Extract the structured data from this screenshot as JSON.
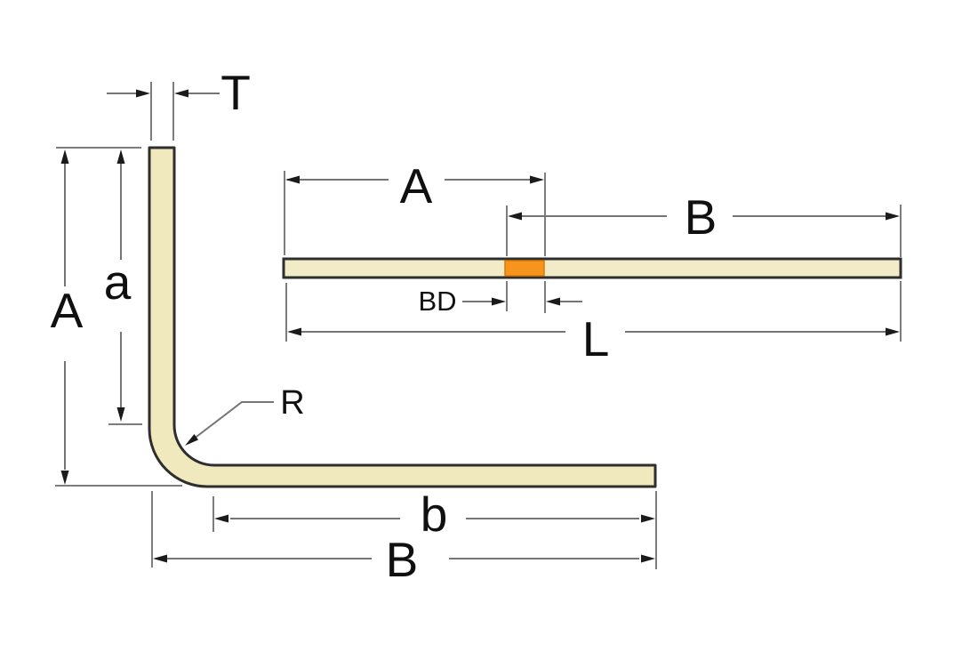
{
  "figure": {
    "description": "Sheet metal L-bend cross-section with flat pattern dimension diagram",
    "colors": {
      "material_fill": "#F0E9BD",
      "flat_strip_fill": "#F1EBC7",
      "bend_zone_fill": "#F7941E",
      "outline": "#2E2E2E",
      "dimension_line": "#757575",
      "label_color": "#101010"
    },
    "bent_view": {
      "thickness_label": "T",
      "outer_flange_label": "A",
      "inner_flange_label": "a",
      "bend_radius_label": "R",
      "inner_base_label": "b",
      "outer_base_label": "B"
    },
    "flat_view": {
      "flange_a_label": "A",
      "flange_b_label": "B",
      "bend_deduction_label": "BD",
      "flat_length_label": "L"
    }
  }
}
